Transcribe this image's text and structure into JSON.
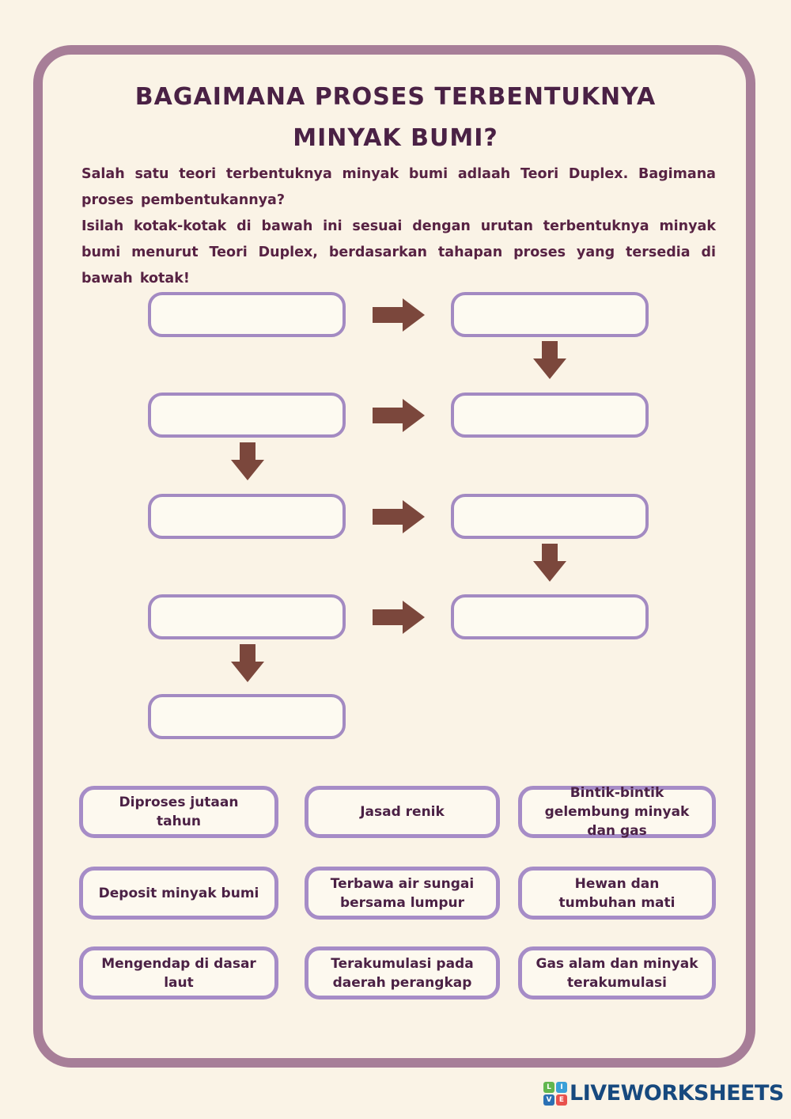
{
  "header": {
    "title_line1": "BAGAIMANA PROSES TERBENTUKNYA",
    "title_line2": "MINYAK BUMI?"
  },
  "intro": {
    "paragraph1": "Salah satu teori terbentuknya minyak bumi adlaah Teori Duplex. Bagimana proses pembentukannya?",
    "paragraph2": "Isilah kotak-kotak di bawah ini sesuai dengan urutan terbentuknya minyak bumi menurut Teori Duplex, berdasarkan tahapan proses yang tersedia di bawah kotak!"
  },
  "flowchart": {
    "slots": [
      "",
      "",
      "",
      "",
      "",
      "",
      "",
      "",
      ""
    ]
  },
  "options": [
    "Diproses jutaan tahun",
    "Jasad renik",
    "Bintik-bintik gelembung minyak dan gas",
    "Deposit minyak bumi",
    "Terbawa air sungai bersama lumpur",
    "Hewan dan tumbuhan mati",
    "Mengendap di dasar laut",
    "Terakumulasi pada daerah perangkap",
    "Gas alam dan minyak terakumulasi"
  ],
  "footer": {
    "brand": "LIVEWORKSHEETS",
    "brand_squares": [
      "L",
      "I",
      "V",
      "E"
    ]
  },
  "colors": {
    "page_bg": "#faf3e6",
    "frame_border": "#a77e98",
    "slot_border": "#a38ac2",
    "slot_fill": "#fdfaf1",
    "arrow": "#7b473c",
    "option_border": "#a68cc7",
    "text_plum": "#4b2145",
    "brand_navy": "#17497e",
    "square_green": "#62b64f",
    "square_blue": "#3aa0d8",
    "square_darkblue": "#2b70b4",
    "square_red": "#e8514d"
  }
}
